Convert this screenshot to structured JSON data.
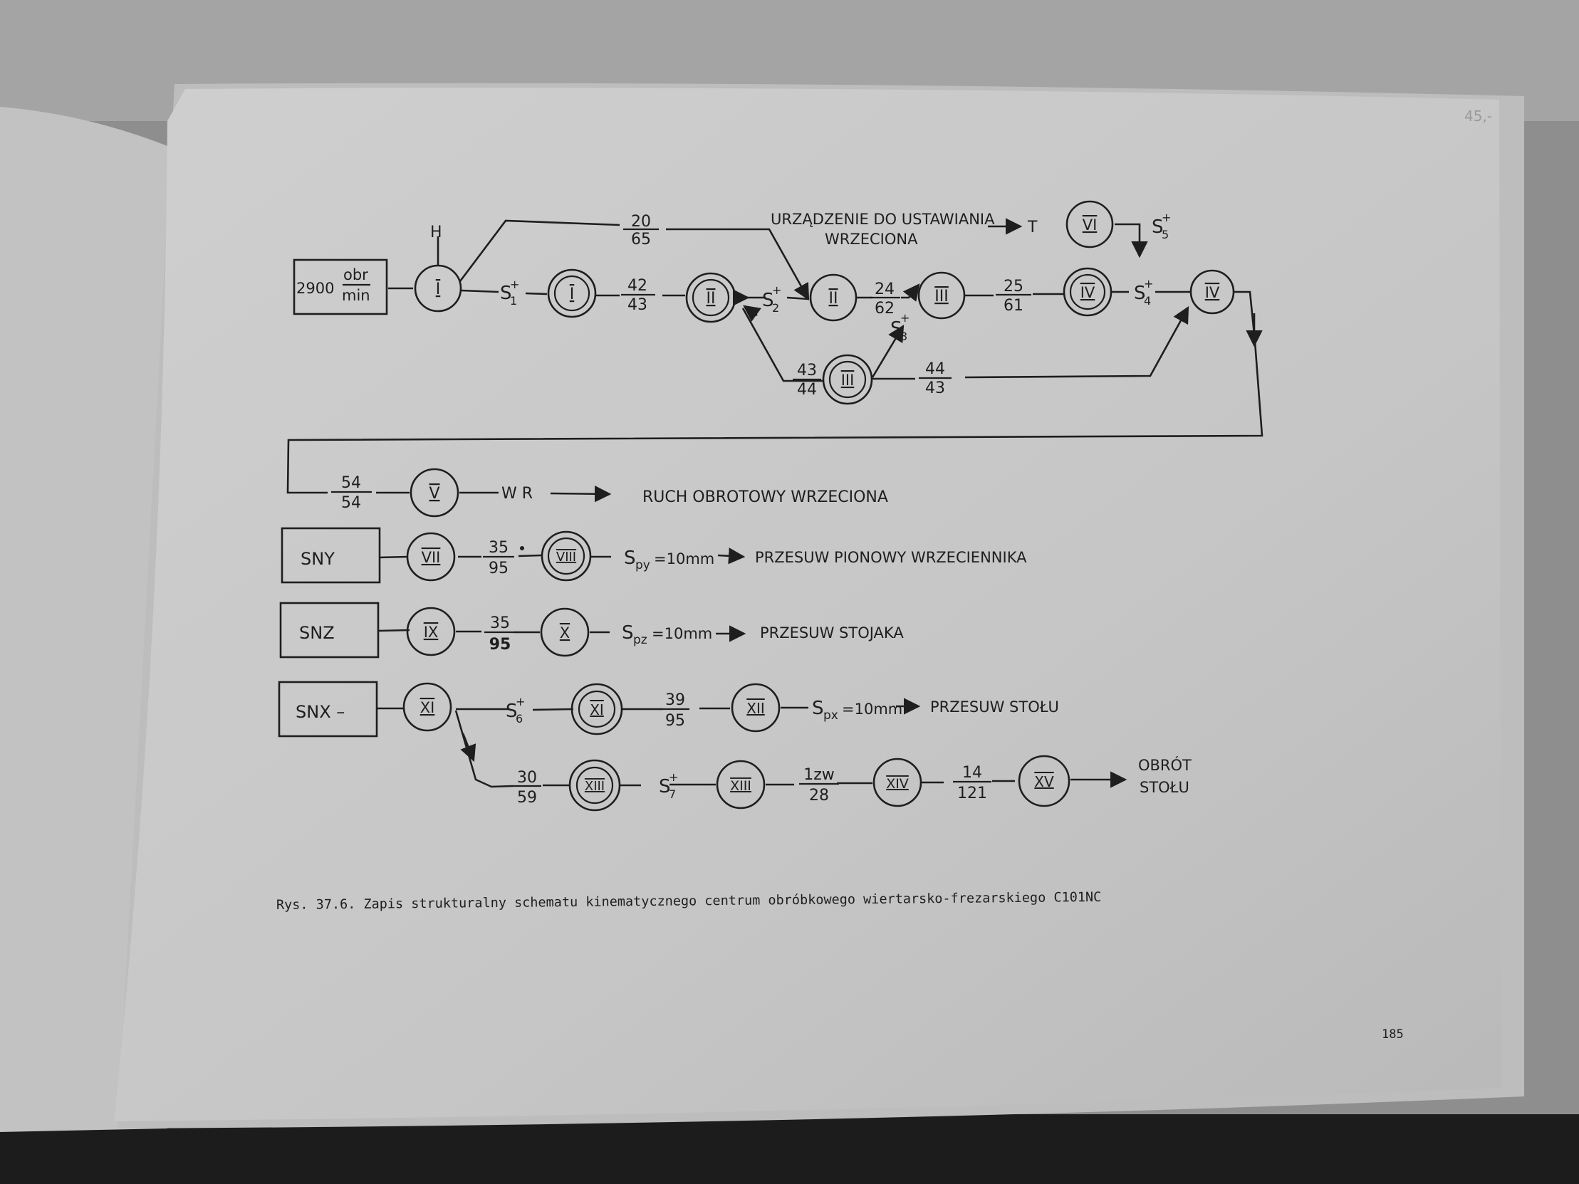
{
  "diagram": {
    "input": {
      "speed": "2900",
      "unit_num": "obr",
      "unit_den": "min"
    },
    "labels": {
      "H": "H",
      "s1": "S",
      "s1_sub": "1",
      "plus": "+",
      "s2": "S",
      "s2_sub": "2",
      "s3": "S",
      "s3_sub": "3",
      "s4": "S",
      "s4_sub": "4",
      "s5": "S",
      "s5_sub": "5",
      "s6": "S",
      "s6_sub": "6",
      "s7": "S",
      "s7_sub": "7",
      "T": "T",
      "device_line1": "URZĄDZENIE  DO  USTAWIANIA",
      "device_line2": "WRZECIONA",
      "WR": "W R",
      "spindle_motion": "RUCH  OBROTOWY  WRZECIONA",
      "spy": "S",
      "spy_sub": "py",
      "spy_val": "=10mm",
      "headstock_motion": "PRZESUW   PIONOWY   WRZECIENNIKA",
      "spz": "S",
      "spz_sub": "pz",
      "spz_val": "=10mm",
      "column_motion": "PRZESUW    STOJAKA",
      "spx": "S",
      "spx_sub": "px",
      "spx_val": "=10mm",
      "table_motion": "PRZESUW    STOŁU",
      "table_rot_1": "OBRÓT",
      "table_rot_2": "STOŁU"
    },
    "motors": {
      "sny": "SNY",
      "snz": "SNZ",
      "snx": "SNX  –"
    },
    "shafts": {
      "I": "I",
      "II": "II",
      "III": "III",
      "IV": "IV",
      "V": "V",
      "VI": "VI",
      "VII": "VII",
      "VIII": "VIII",
      "IX": "IX",
      "X": "X",
      "XI": "XI",
      "XII": "XII",
      "XIII": "XIII",
      "XIV": "XIV",
      "XV": "XV"
    },
    "ratios": {
      "r20_65": {
        "n": "20",
        "d": "65"
      },
      "r42_43": {
        "n": "42",
        "d": "43"
      },
      "r24_62": {
        "n": "24",
        "d": "62"
      },
      "r25_61": {
        "n": "25",
        "d": "61"
      },
      "r43_44": {
        "n": "43",
        "d": "44"
      },
      "r44_43": {
        "n": "44",
        "d": "43"
      },
      "r54_54": {
        "n": "54",
        "d": "54"
      },
      "r35_95a": {
        "n": "35",
        "d": "95"
      },
      "r35_95b": {
        "n": "35",
        "d": "95"
      },
      "r39_95": {
        "n": "39",
        "d": "95"
      },
      "r30_59": {
        "n": "30",
        "d": "59"
      },
      "r1zw_28": {
        "n": "1zw",
        "d": "28"
      },
      "r14_121": {
        "n": "14",
        "d": "121"
      }
    }
  },
  "caption": "Rys. 37.6. Zapis strukturalny schematu kinematycznego centrum obróbkowego wiertarsko-frezarskiego C101NC",
  "page_number": "185",
  "margin_note": "45,-"
}
